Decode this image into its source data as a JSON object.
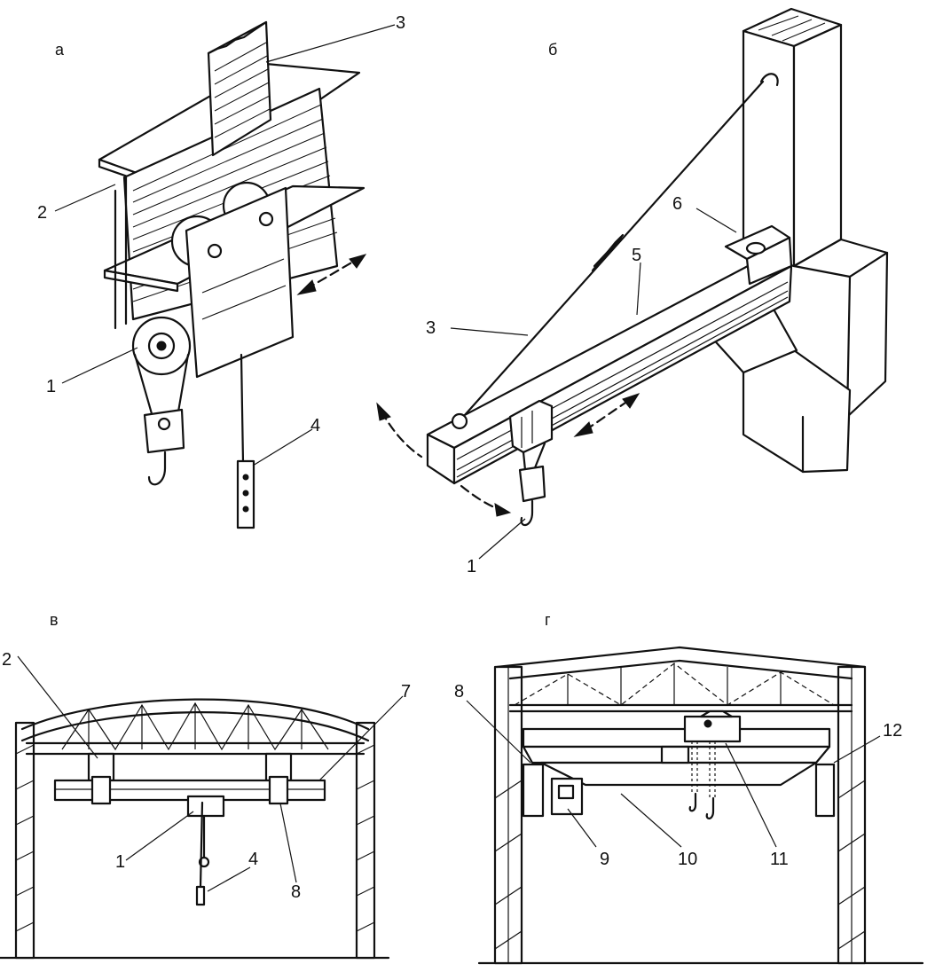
{
  "panels": [
    {
      "key": "a",
      "letter": "а"
    },
    {
      "key": "b",
      "letter": "б"
    },
    {
      "key": "c",
      "letter": "в"
    },
    {
      "key": "d",
      "letter": "г"
    }
  ],
  "callouts": {
    "a": [
      "1",
      "2",
      "3",
      "4"
    ],
    "b": [
      "1",
      "3",
      "5",
      "6"
    ],
    "c": [
      "1",
      "2",
      "4",
      "7",
      "8"
    ],
    "d": [
      "8",
      "9",
      "10",
      "11",
      "12"
    ]
  }
}
